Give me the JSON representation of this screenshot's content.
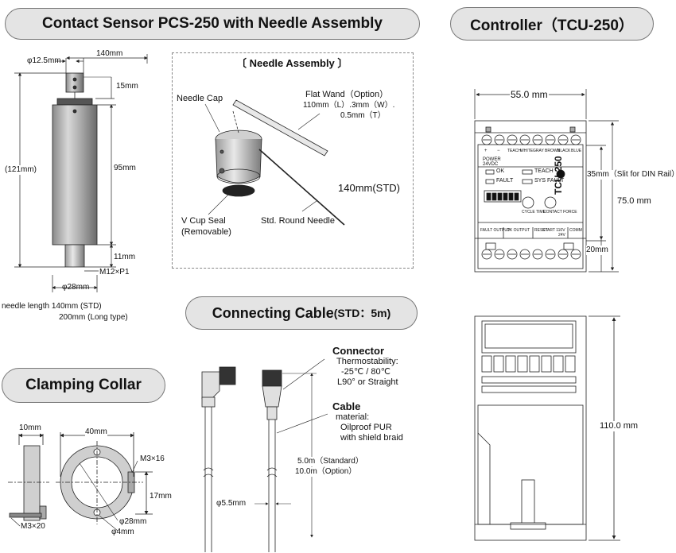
{
  "titles": {
    "sensor": "Contact Sensor PCS-250 with Needle Assembly",
    "controller": "Controller（TCU-250）",
    "cable_main": "Connecting Cable",
    "cable_std": "(STD：5m)",
    "collar": "Clamping Collar",
    "needle_assembly": "〔 Needle Assembly 〕"
  },
  "sensor_dims": {
    "dia": "φ12.5mm",
    "length_140": "140mm",
    "top_15": "15mm",
    "total_121": "(121mm)",
    "body_95": "95mm",
    "thread_11": "11mm",
    "thread": "M12×P1",
    "dia28": "φ28mm",
    "needle_len_1": "needle length 140mm (STD)",
    "needle_len_2": "200mm (Long type)"
  },
  "needle_assembly": {
    "needle_cap": "Needle Cap",
    "flat_wand": "Flat Wand（Option）",
    "flat_wand_dim1": "110mm（L）.3mm（W）.",
    "flat_wand_dim2": "0.5mm（T）",
    "len_std": "140mm(STD)",
    "vcup_1": "V Cup Seal",
    "vcup_2": "(Removable)",
    "round_needle": "Std. Round Needle"
  },
  "cable": {
    "connector_title": "Connector",
    "connector_1": "Thermostability:",
    "connector_2": "-25℃ / 80℃",
    "connector_3": "L90° or Straight",
    "cable_title": "Cable",
    "cable_1": "material:",
    "cable_2": "Oilproof PUR",
    "cable_3": "with shield braid",
    "len_1": "5.0m（Standard）",
    "len_2": "10.0m（Option）",
    "dia": "φ5.5mm"
  },
  "collar": {
    "w10": "10mm",
    "w40": "40mm",
    "screw1": "M3×16",
    "h17": "17mm",
    "screw2": "M3×20",
    "dia28": "φ28mm",
    "dia4": "φ4mm"
  },
  "controller": {
    "width": "55.0 mm",
    "slit": "35mm（Slit for DIN Rail）",
    "height75": "75.0 mm",
    "h20": "20mm",
    "height110": "110.0 mm",
    "model": "TCU-250",
    "ok": "OK",
    "teach": "TEACH",
    "fault": "FAULT",
    "sys_fault": "SYS FAULT",
    "terminals_top": [
      "+",
      "−",
      "TEACH",
      "WHITE",
      "GRAY",
      "BROWN",
      "BLACK",
      "BLUE"
    ],
    "power": "POWER",
    "power_v": "24VDC",
    "cycle_time": "CYCLE TIME",
    "contact_force": "CONTACT FORCE",
    "terminals_bottom": [
      "FAULT OUTPUT",
      "OK OUTPUT",
      "RESET",
      "START 110V",
      "24V",
      "COMM"
    ]
  }
}
